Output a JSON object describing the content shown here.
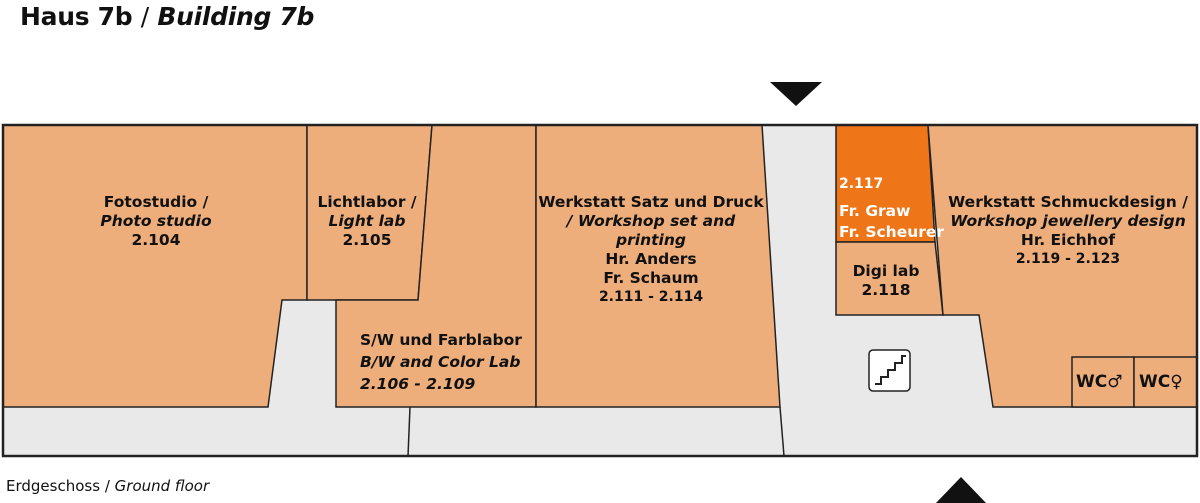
{
  "heading": {
    "de": "Haus 7b",
    "separator": "/",
    "en": "Building 7b"
  },
  "footer": {
    "de": "Erdgeschoss",
    "separator": "/",
    "en": "Ground floor"
  },
  "rooms": {
    "fotostudio": {
      "de": "Fotostudio /",
      "en": "Photo studio",
      "number": "2.104"
    },
    "lichtlabor": {
      "de": "Lichtlabor /",
      "en": "Light lab",
      "number": "2.105"
    },
    "farblabor": {
      "de": "S/W und Farblabor",
      "en": "B/W and Color Lab",
      "number": "2.106 - 2.109"
    },
    "werkstatt_druck": {
      "de": "Werkstatt Satz und Druck",
      "en_line1": "/ Workshop set and",
      "en_line2": "printing",
      "person1": "Hr. Anders",
      "person2": "Fr. Schaum",
      "number": "2.111 - 2.114"
    },
    "graw": {
      "number": "2.117",
      "person1": "Fr. Graw",
      "person2": "Fr. Scheurer"
    },
    "digilab": {
      "de": "Digi lab",
      "number": "2.118"
    },
    "schmuck": {
      "de": "Werkstatt Schmuckdesign /",
      "en": "Workshop jewellery design",
      "person": "Hr. Eichhof",
      "number": "2.119 - 2.123"
    },
    "wc_men": {
      "label": "WC",
      "symbol": "♂"
    },
    "wc_women": {
      "label": "WC",
      "symbol": "♀"
    }
  },
  "icons": {
    "stairs": "stairs-icon",
    "entrance_top": "entrance-arrow-down-icon",
    "entrance_bottom": "entrance-arrow-up-icon"
  },
  "colors": {
    "room": "#eeae7c",
    "highlight_room": "#ee7518",
    "corridor": "#e9e9e9"
  }
}
